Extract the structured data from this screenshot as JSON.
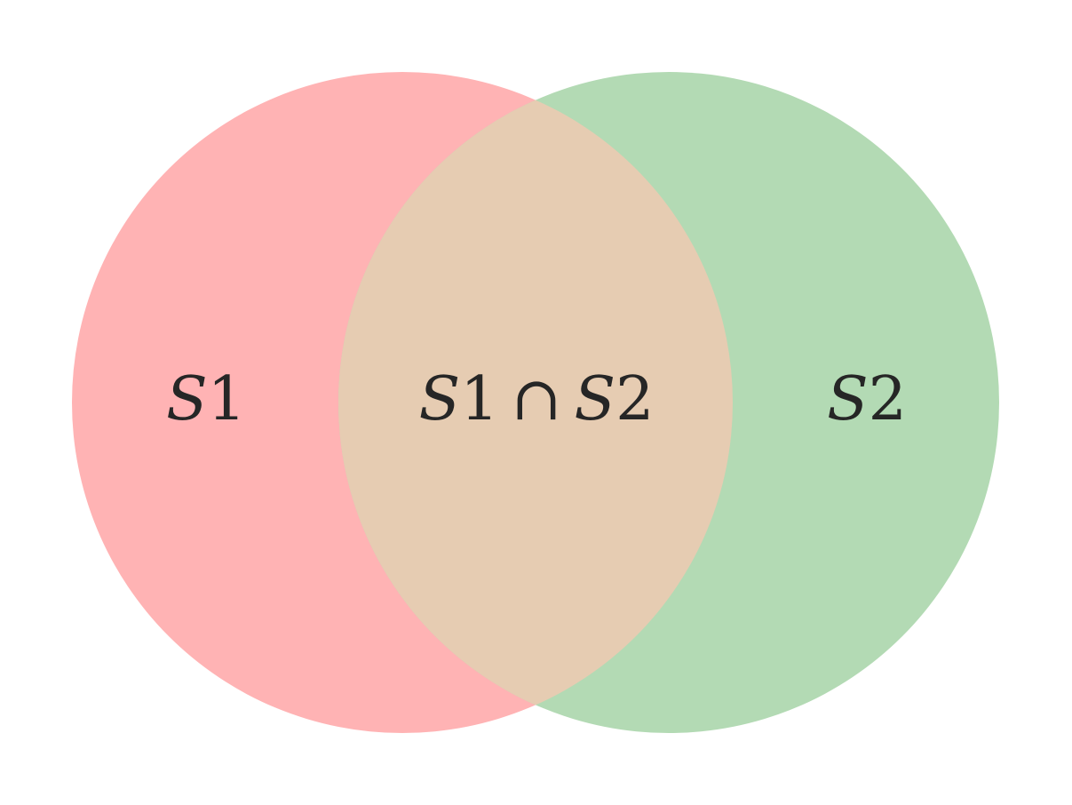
{
  "diagram": {
    "type": "venn",
    "sets": [
      {
        "id": "s1",
        "letter": "S",
        "index": "1",
        "color": "#ffb3b4"
      },
      {
        "id": "s2",
        "letter": "S",
        "index": "2",
        "color": "#b3dab4"
      }
    ],
    "intersection": {
      "color": "#e6ccb2",
      "left_letter": "S",
      "left_index": "1",
      "operator": "∩",
      "right_letter": "S",
      "right_index": "2"
    },
    "background": "#ffffff",
    "text_color": "#262626"
  }
}
